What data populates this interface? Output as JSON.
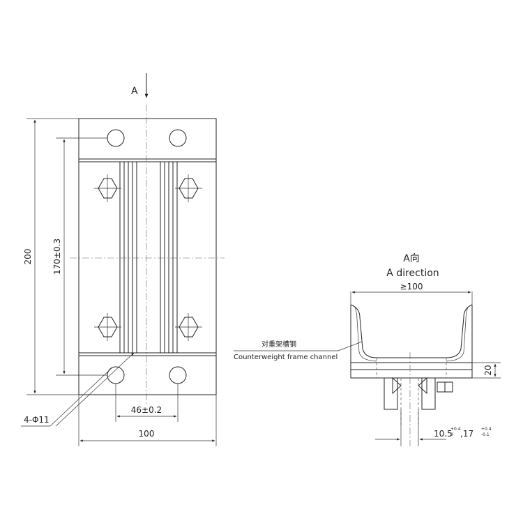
{
  "front_view": {
    "view_arrow_label": "A",
    "dim_total_height": "200",
    "dim_hole_spacing": "170±0.3",
    "dim_slot_width": "46±0.2",
    "dim_total_width": "100",
    "hole_callout": "4-Φ11"
  },
  "side_view": {
    "title_cn": "A向",
    "title_en": "A direction",
    "dim_min_width": "≥100",
    "channel_label_cn": "对重架槽钢",
    "channel_label_en": "Counterweight frame channel",
    "dim_height": "20",
    "tolerance_text": "10.5",
    "tol1_upper": "+0.4",
    "tol1_lower": "0",
    "tol2_text": ",17",
    "tol2_upper": "+0.4",
    "tol2_lower": "-0.1"
  }
}
